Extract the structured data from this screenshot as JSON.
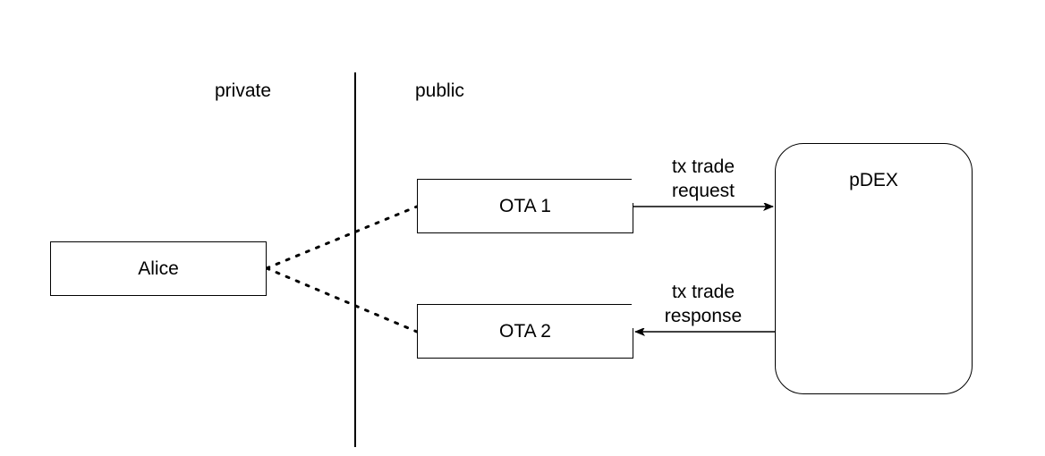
{
  "zones": {
    "private": "private",
    "public": "public"
  },
  "nodes": {
    "alice": "Alice",
    "ota1": "OTA 1",
    "ota2": "OTA 2",
    "pdex": "pDEX"
  },
  "edges": {
    "request": {
      "line1": "tx trade",
      "line2": "request"
    },
    "response": {
      "line1": "tx trade",
      "line2": "response"
    }
  },
  "colors": {
    "stroke": "#000000",
    "background": "#ffffff"
  }
}
